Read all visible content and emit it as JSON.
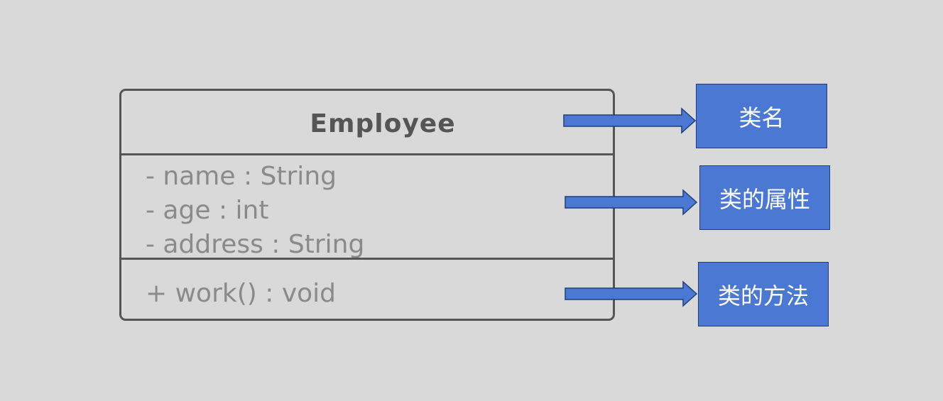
{
  "class_diagram": {
    "class_name": "Employee",
    "attributes": [
      "- name : String",
      "- age : int",
      "- address : String"
    ],
    "methods": [
      "+ work() : void"
    ]
  },
  "callouts": [
    {
      "label": "类名"
    },
    {
      "label": "类的属性"
    },
    {
      "label": "类的方法"
    }
  ],
  "colors": {
    "background": "#d9d9d9",
    "box_border": "#555555",
    "member_text": "#8a8a8a",
    "callout_fill": "#4a78d2",
    "callout_border": "#1f3d7a"
  }
}
